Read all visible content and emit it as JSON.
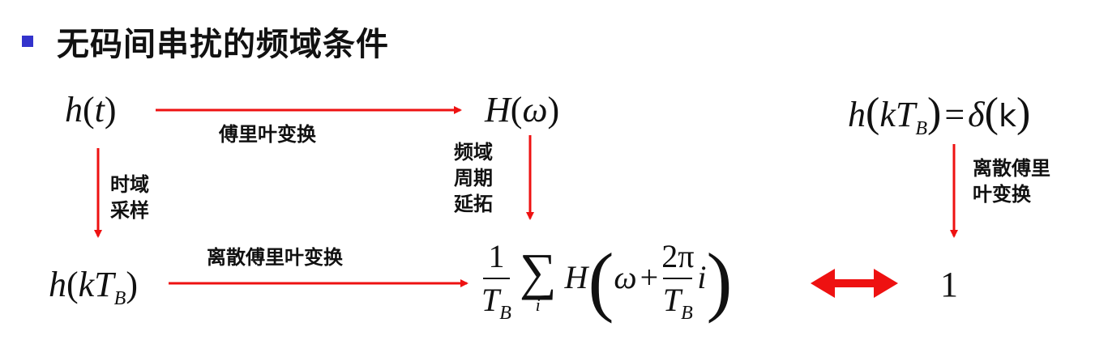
{
  "title": "无码间串扰的频域条件",
  "nodes": {
    "ht": {
      "func": "h",
      "open": "(",
      "arg": "t",
      "close": ")"
    },
    "Hw": {
      "func": "H",
      "open": "(",
      "arg": "ω",
      "close": ")"
    },
    "hkTB": {
      "func": "h",
      "open": "(",
      "arg": "kT",
      "sub": "B",
      "close": ")"
    },
    "eq_right": {
      "lhs_func": "h",
      "lhs_arg": "kT",
      "lhs_sub": "B",
      "eq": "=",
      "rhs_func": "δ",
      "rhs_arg": "k"
    },
    "sum_expr": {
      "num": "1",
      "den": "T",
      "den_sub": "B",
      "sigma": "∑",
      "index": "i",
      "func": "H",
      "omega": "ω",
      "plus": "+",
      "inner_num": "2π",
      "inner_den": "T",
      "inner_den_sub": "B",
      "var": "i"
    },
    "one": "1"
  },
  "labels": {
    "fourier": "傅里叶变换",
    "time_sampling_1": "时域",
    "time_sampling_2": "采样",
    "freq_periodic_1": "频域",
    "freq_periodic_2": "周期",
    "freq_periodic_3": "延拓",
    "dtft_bottom": "离散傅里叶变换",
    "dtft_right_1": "离散傅里",
    "dtft_right_2": "叶变换"
  },
  "colors": {
    "arrow": "#ee1111",
    "bullet": "#3333cc",
    "text": "#111111"
  }
}
